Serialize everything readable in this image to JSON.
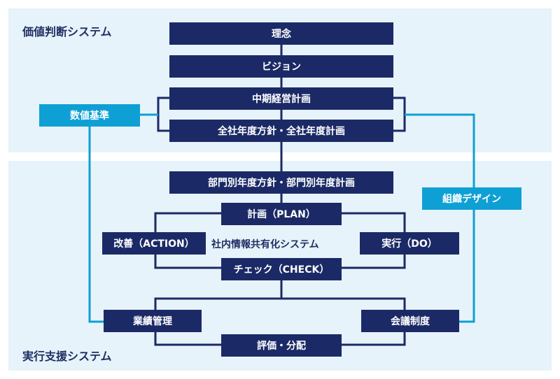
{
  "sections": {
    "top_title": "価値判断システム",
    "bottom_title": "実行支援システム"
  },
  "boxes": {
    "rinen": "理念",
    "vision": "ビジョン",
    "midterm": "中期経営計画",
    "company_annual": "全社年度方針・全社年度計画",
    "dept_annual": "部門別年度方針・部門別年度計画",
    "plan": "計画（PLAN）",
    "action": "改善（ACTION）",
    "do": "実行（DO）",
    "check": "チェック（CHECK）",
    "performance": "業績管理",
    "meeting": "会議制度",
    "evaluation": "評価・分配"
  },
  "side_boxes": {
    "numeric_standard": "数値基準",
    "org_design": "組織デザイン"
  },
  "center_text": "社内情報共有化システム",
  "colors": {
    "navy": "#1b2a66",
    "cyan": "#0ea0d4",
    "panel": "#e7f3fa"
  }
}
